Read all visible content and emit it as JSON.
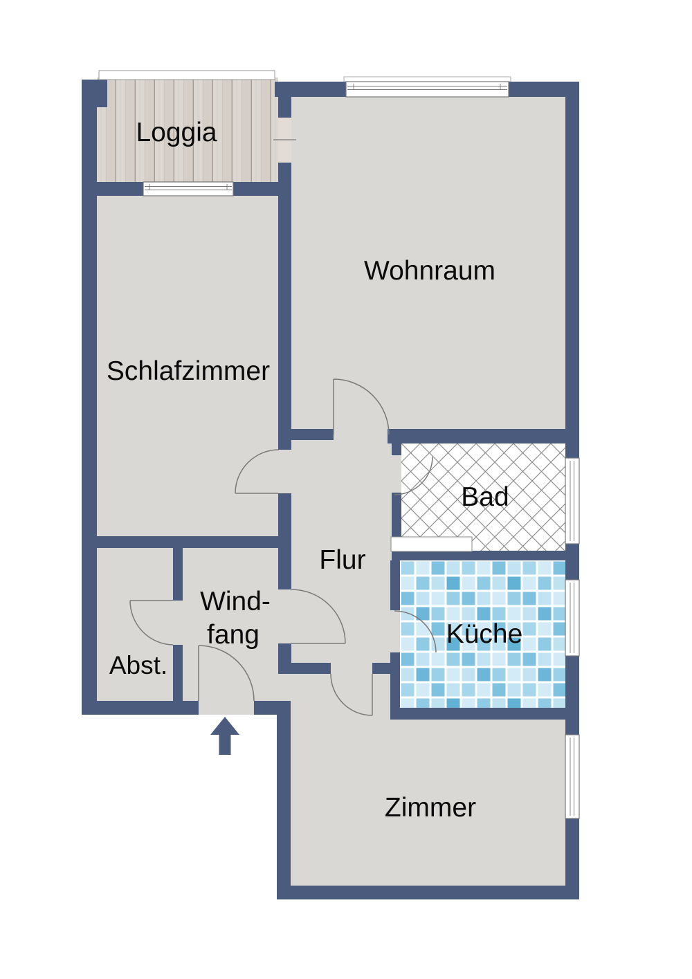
{
  "rooms": {
    "loggia": {
      "label": "Loggia"
    },
    "wohnraum": {
      "label": "Wohnraum"
    },
    "schlafzimmer": {
      "label": "Schlafzimmer"
    },
    "bad": {
      "label": "Bad"
    },
    "flur": {
      "label": "Flur"
    },
    "windfang": {
      "label_line1": "Wind-",
      "label_line2": "fang"
    },
    "abstellraum": {
      "label": "Abst."
    },
    "kueche": {
      "label": "Küche"
    },
    "zimmer": {
      "label": "Zimmer"
    }
  },
  "symbols": {
    "entrance_arrow": "arrow-up-icon",
    "door": "quarter-circle-door-swing",
    "window": "double-line-window-symbol"
  },
  "colors": {
    "wall": "#4a5b7e",
    "floor": "#d9d8d5",
    "wood_floor": "#d6cfc8",
    "wood_grain": "#a49a91",
    "hatch_line": "#909090",
    "tile_light": "#d2ebf6",
    "tile_mid": "#8fcbe5",
    "tile_dark": "#5fb0d4",
    "door_line": "#7a7a7a",
    "window_frame": "#777777",
    "text": "#0b0b0b",
    "background": "#ffffff"
  }
}
